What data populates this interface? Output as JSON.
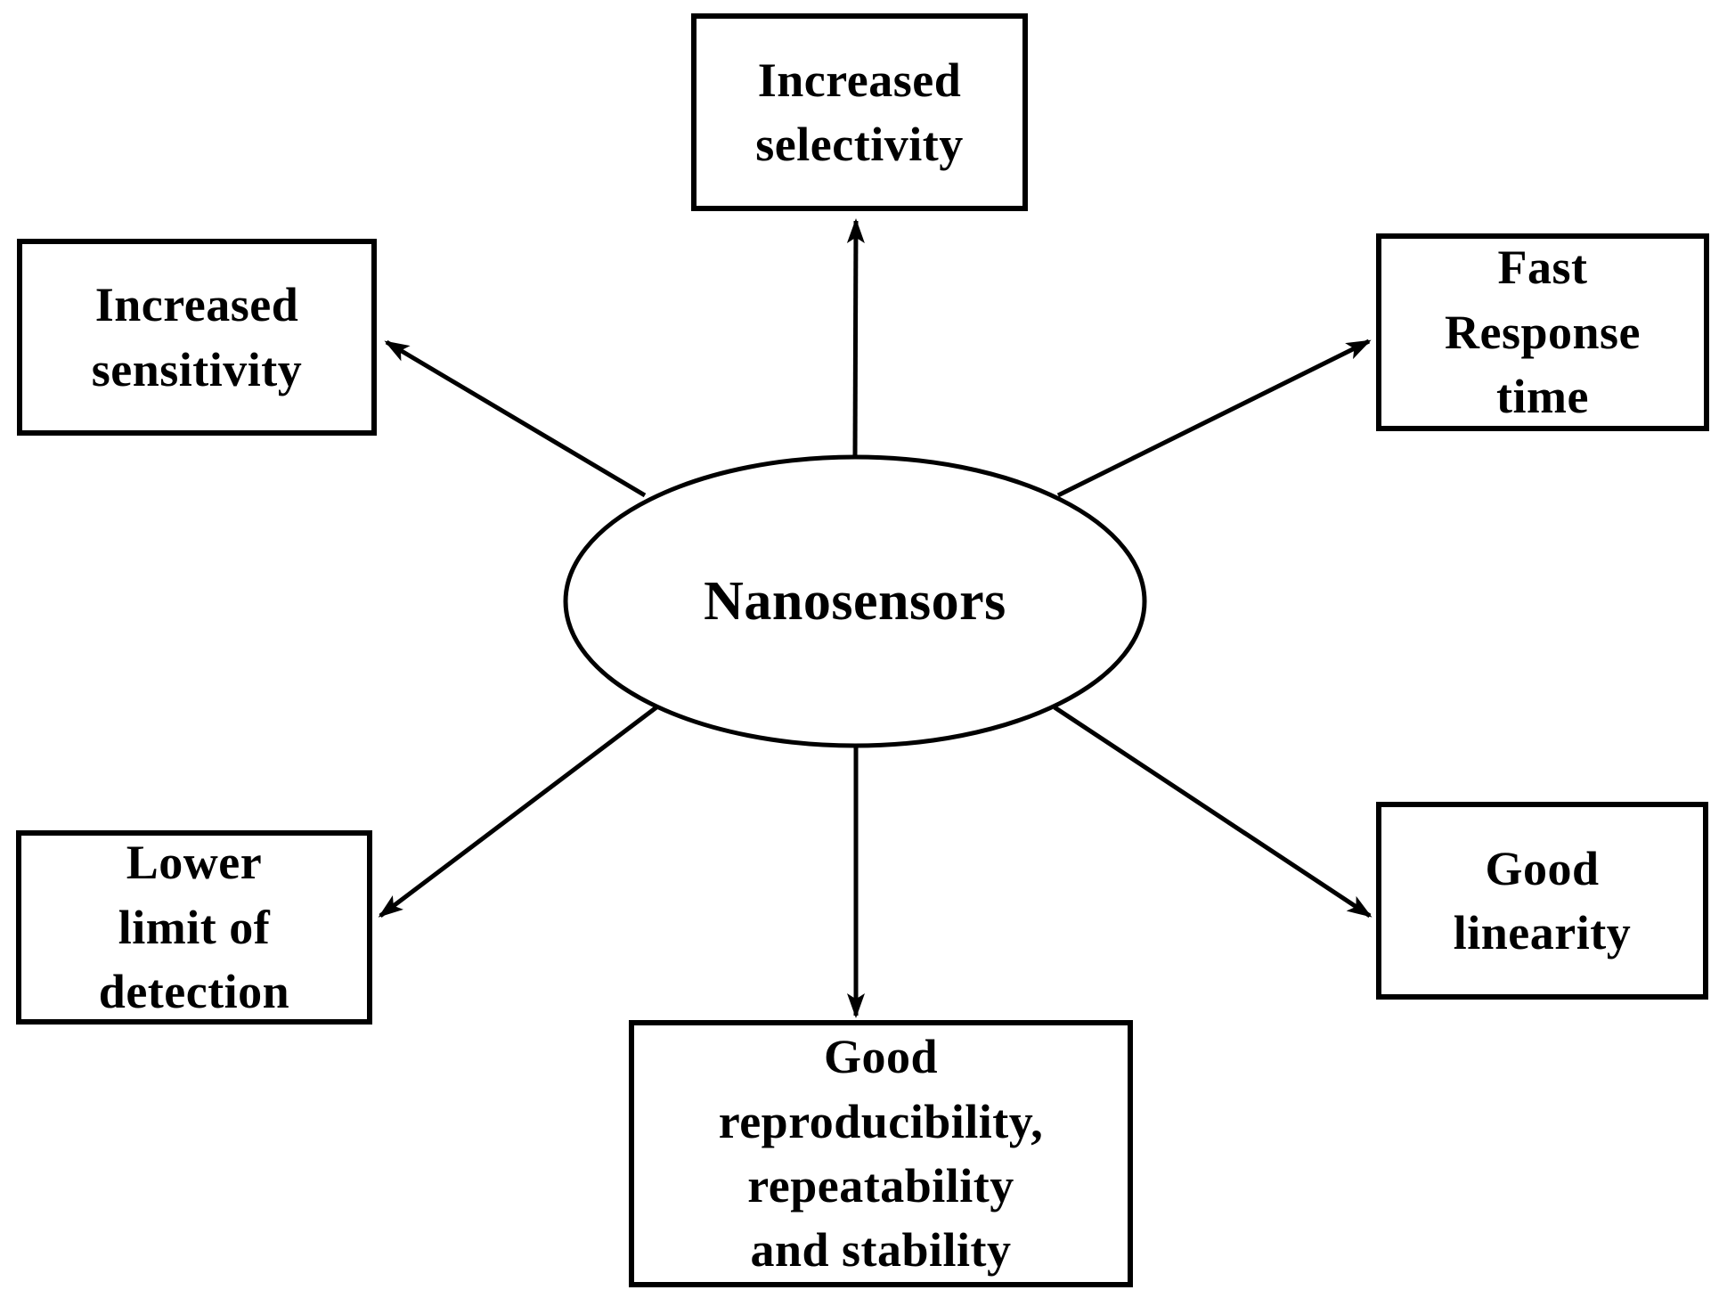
{
  "diagram": {
    "center": {
      "label": "Nanosensors"
    },
    "nodes": [
      {
        "id": "increased-selectivity",
        "position": "top",
        "label": "Increased\nselectivity"
      },
      {
        "id": "increased-sensitivity",
        "position": "top-left",
        "label": "Increased\nsensitivity"
      },
      {
        "id": "fast-response-time",
        "position": "top-right",
        "label": "Fast\nResponse\ntime"
      },
      {
        "id": "lower-limit-of-detection",
        "position": "bottom-left",
        "label": "Lower\nlimit of\ndetection"
      },
      {
        "id": "good-linearity",
        "position": "bottom-right",
        "label": "Good\nlinearity"
      },
      {
        "id": "good-reproducibility-repeatability-stability",
        "position": "bottom",
        "label": "Good\nreproducibility,\nrepeatability\nand stability"
      }
    ],
    "colors": {
      "stroke": "#000000",
      "background": "#ffffff",
      "text": "#000000"
    }
  }
}
